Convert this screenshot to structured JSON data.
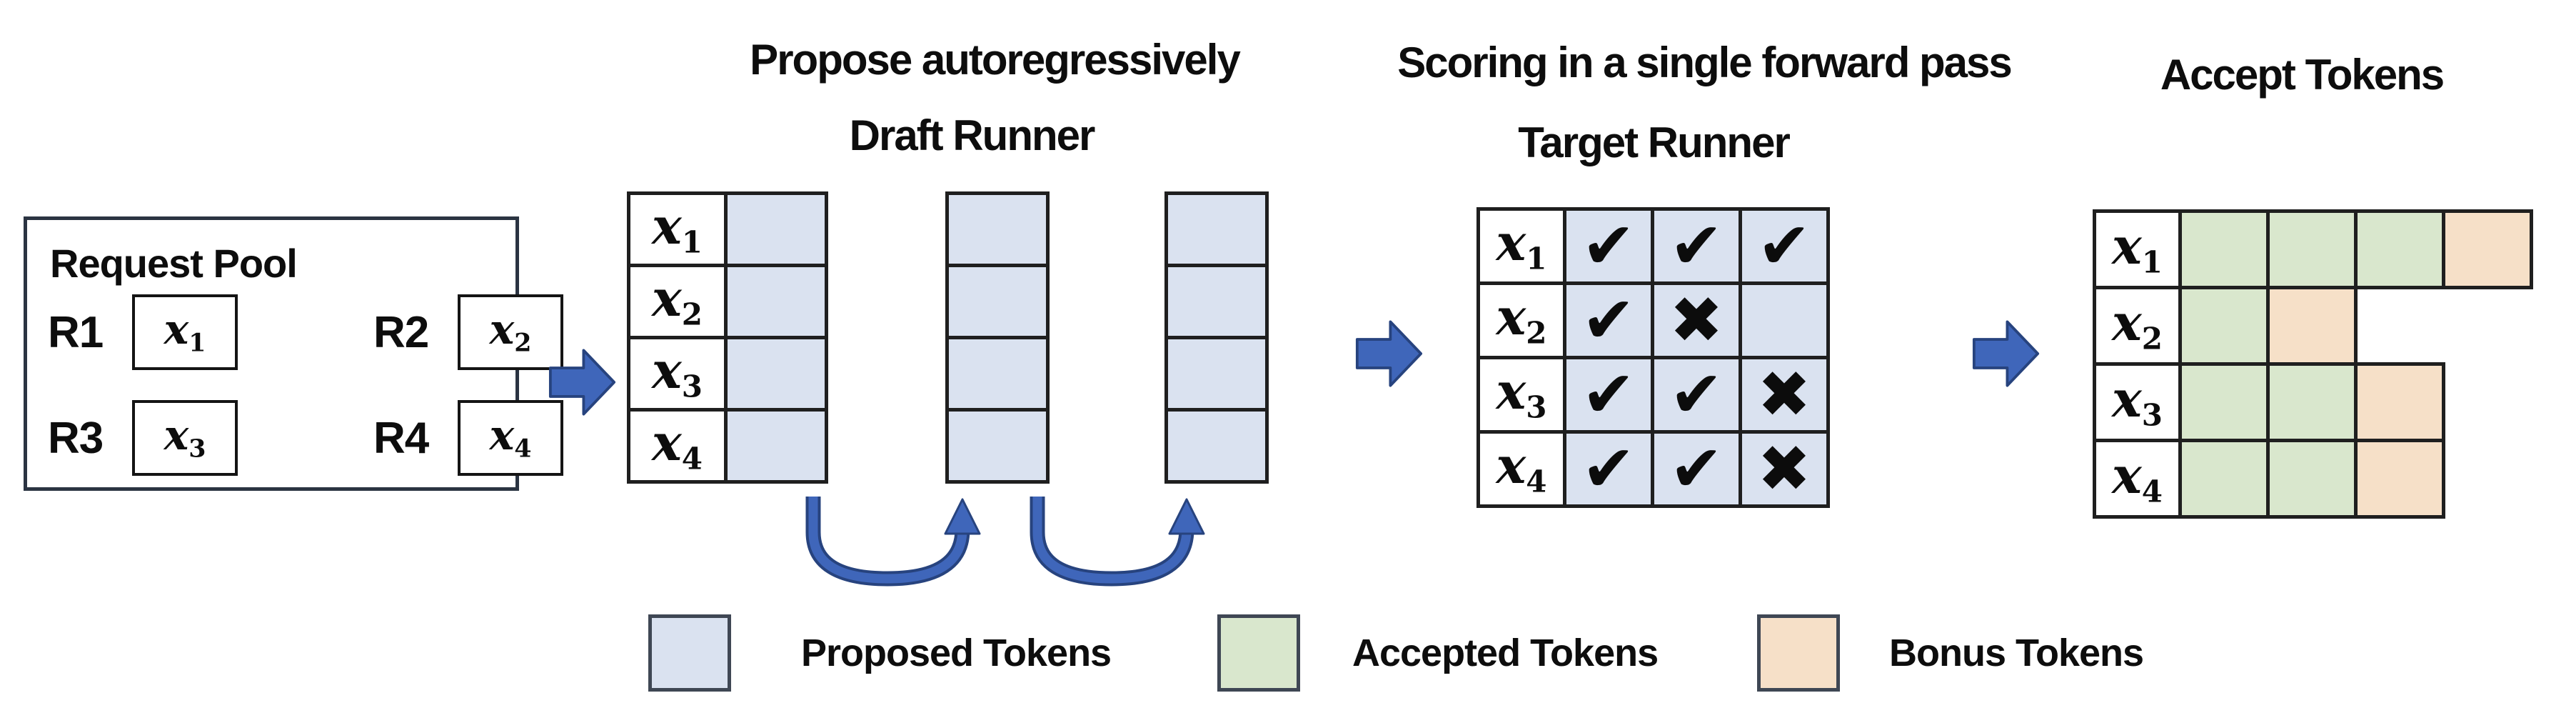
{
  "stages": {
    "propose_title": "Propose autoregressively",
    "draft_runner_title": "Draft Runner",
    "scoring_title": "Scoring in a single forward pass",
    "target_runner_title": "Target Runner",
    "accept_title": "Accept Tokens"
  },
  "request_pool": {
    "title": "Request Pool",
    "requests": [
      {
        "id": "R1",
        "token": "x",
        "sub": "1"
      },
      {
        "id": "R2",
        "token": "x",
        "sub": "2"
      },
      {
        "id": "R3",
        "token": "x",
        "sub": "3"
      },
      {
        "id": "R4",
        "token": "x",
        "sub": "4"
      }
    ]
  },
  "draft_runner": {
    "row_labels": [
      [
        "x",
        "1"
      ],
      [
        "x",
        "2"
      ],
      [
        "x",
        "3"
      ],
      [
        "x",
        "4"
      ]
    ],
    "proposal_columns": 3
  },
  "target_runner": {
    "row_labels": [
      [
        "x",
        "1"
      ],
      [
        "x",
        "2"
      ],
      [
        "x",
        "3"
      ],
      [
        "x",
        "4"
      ]
    ],
    "grid": [
      [
        "check",
        "check",
        "check"
      ],
      [
        "check",
        "cross",
        "blank"
      ],
      [
        "check",
        "check",
        "cross"
      ],
      [
        "check",
        "check",
        "cross"
      ]
    ]
  },
  "accept_tokens": {
    "row_labels": [
      [
        "x",
        "1"
      ],
      [
        "x",
        "2"
      ],
      [
        "x",
        "3"
      ],
      [
        "x",
        "4"
      ]
    ],
    "grid": [
      [
        "accepted",
        "accepted",
        "accepted",
        "bonus"
      ],
      [
        "accepted",
        "bonus"
      ],
      [
        "accepted",
        "accepted",
        "bonus"
      ],
      [
        "accepted",
        "accepted",
        "bonus"
      ]
    ]
  },
  "legend": {
    "items": [
      {
        "key": "proposed",
        "label": "Proposed Tokens"
      },
      {
        "key": "accepted",
        "label": "Accepted Tokens"
      },
      {
        "key": "bonus",
        "label": "Bonus Tokens"
      }
    ]
  },
  "glyphs": {
    "check": "✔",
    "cross": "✖"
  },
  "colors": {
    "proposed_fill": "#dae2f0",
    "accepted_fill": "#d9e7cd",
    "bonus_fill": "#f6e0c8",
    "arrow_fill": "#3f66ba",
    "arrow_outline": "#27437e",
    "loop_arrow_fill": "#3f66ba",
    "cell_border": "#1f1f1f",
    "text": "#0d0d0d"
  }
}
